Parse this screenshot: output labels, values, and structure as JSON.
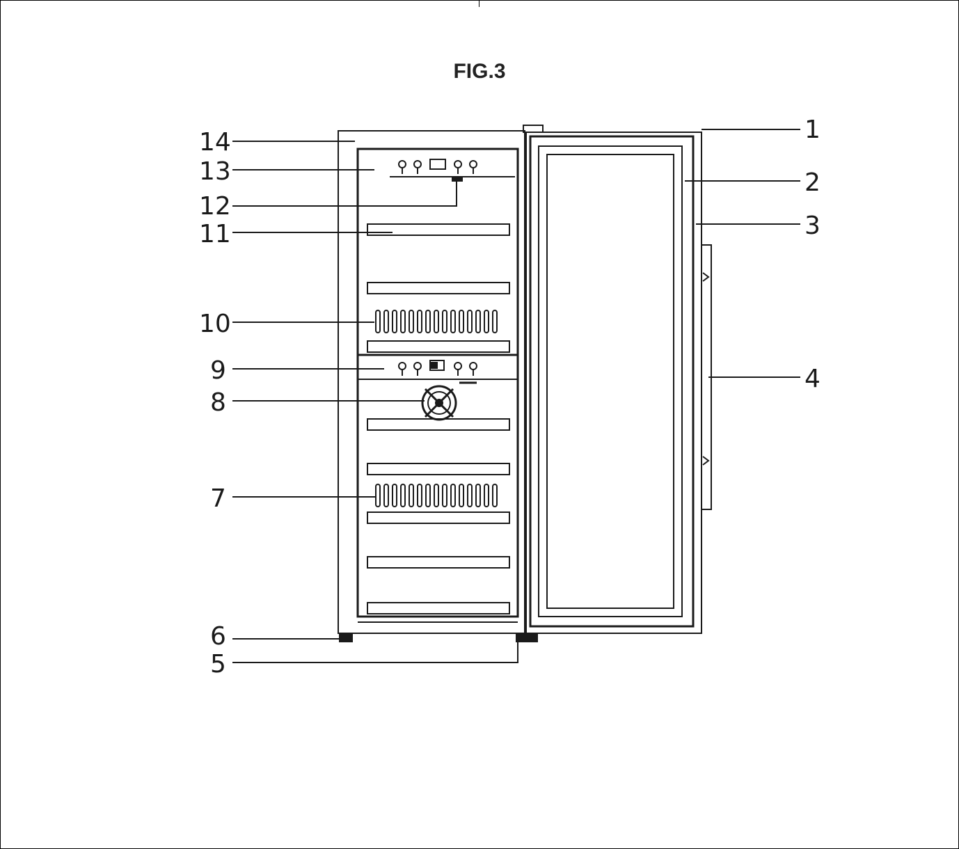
{
  "figure": {
    "title": "FIG.3",
    "callouts": [
      "1",
      "2",
      "3",
      "4",
      "5",
      "6",
      "7",
      "8",
      "9",
      "10",
      "11",
      "12",
      "13",
      "14"
    ]
  }
}
